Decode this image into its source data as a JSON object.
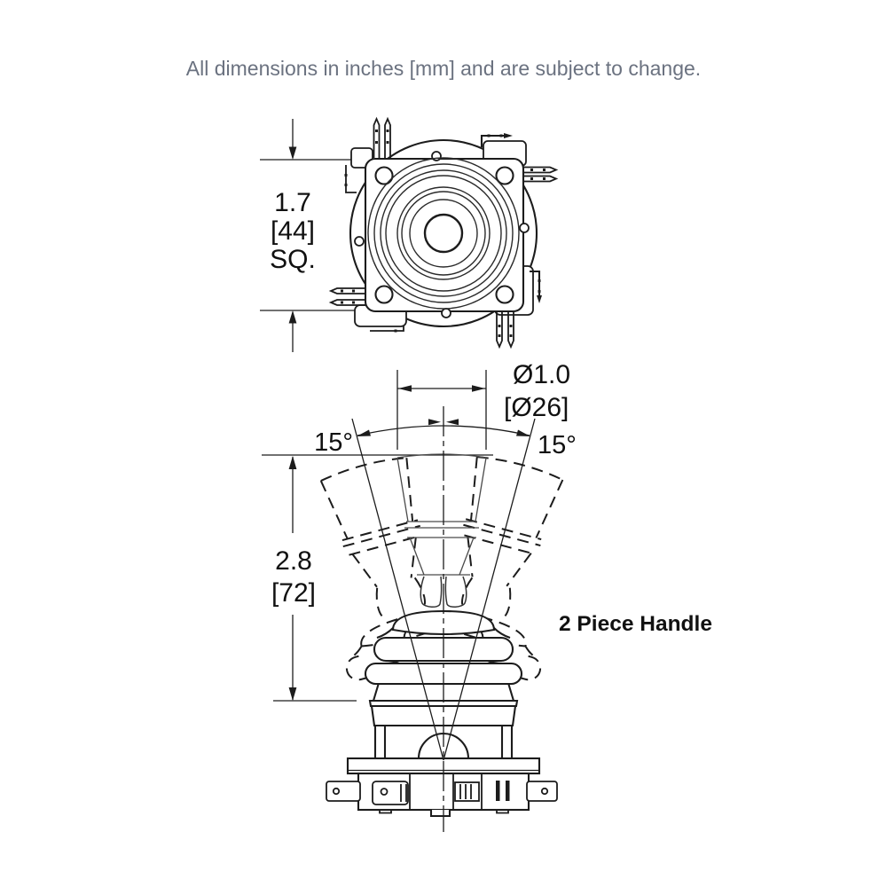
{
  "note": "All dimensions in inches [mm] and are subject to change.",
  "top_view": {
    "dim_square": {
      "inches": "1.7",
      "mm": "[44]",
      "suffix": "SQ."
    }
  },
  "side_view": {
    "dim_diameter": {
      "inches": "Ø1.0",
      "mm": "[Ø26]"
    },
    "dim_height": {
      "inches": "2.8",
      "mm": "[72]"
    },
    "angle_left": "15°",
    "angle_right": "15°",
    "handle_label": "2 Piece Handle"
  },
  "colors": {
    "line_ink": "#1c1c1c",
    "thin_construction": "#4a4a4a",
    "note_text": "#6b7280",
    "background": "#ffffff"
  }
}
